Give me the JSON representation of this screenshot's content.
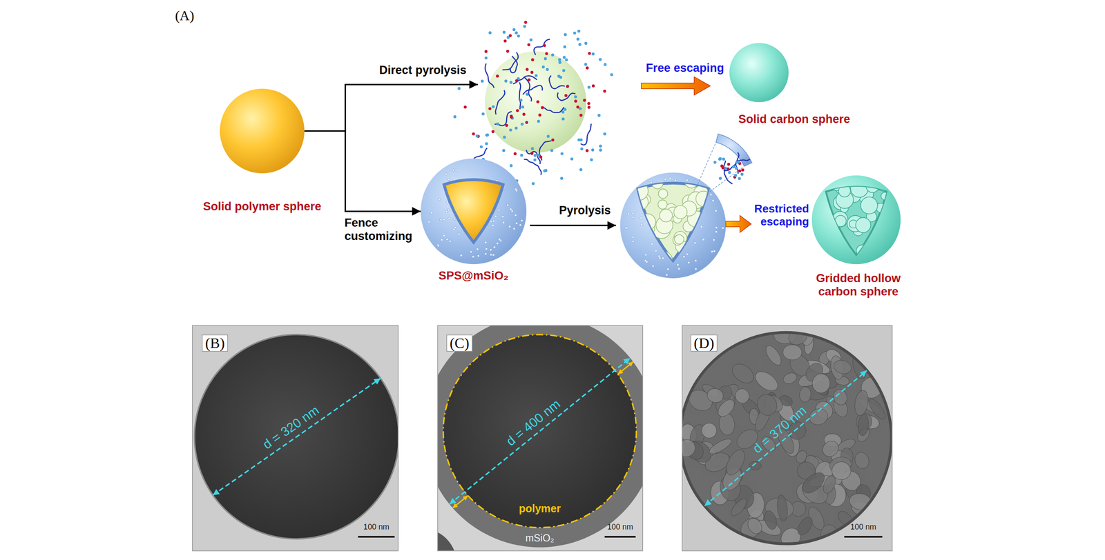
{
  "diagram": {
    "nodes": [
      {
        "text": [
          "Solid polymer sphere"
        ]
      },
      {
        "text": [
          "Solid carbon sphere"
        ]
      },
      {
        "text": [
          "SPS@mSiO₂"
        ]
      },
      {
        "text": [
          "Gridded hollow carbon sphere"
        ]
      }
    ],
    "edges": [
      {
        "from": 0,
        "to": 2,
        "label": "Fence customizing",
        "arrow": "to"
      }
    ],
    "labels": [
      "(A)",
      "Direct pyrolysis",
      "Free escaping",
      "Pyrolysis",
      "Restricted escaping",
      "(B)",
      "d = 320 nm",
      "100 nm",
      "(C)",
      "d = 400 nm",
      "polymer",
      "mSiO₂",
      "100 nm",
      "(D)",
      "d = 370 nm",
      "100 nm"
    ]
  }
}
